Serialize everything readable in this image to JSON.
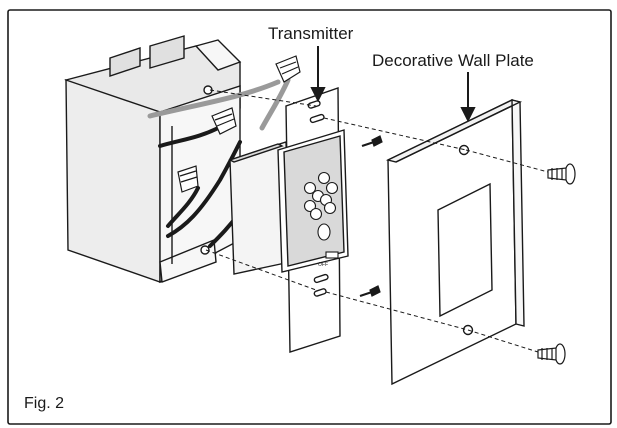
{
  "labels": {
    "transmitter": "Transmitter",
    "wall_plate": "Decorative Wall Plate",
    "figure": "Fig. 2",
    "switch_text": "OFF"
  },
  "colors": {
    "line": "#1a1a1a",
    "box_fill": "#f2f2f2",
    "shade": "#d9d9d9",
    "gray_wire": "#9a9a9a",
    "white": "#ffffff"
  },
  "icons": {
    "keypad_button": "circle-icon",
    "screw": "screw-icon",
    "wire_nut": "wire-nut-icon"
  }
}
